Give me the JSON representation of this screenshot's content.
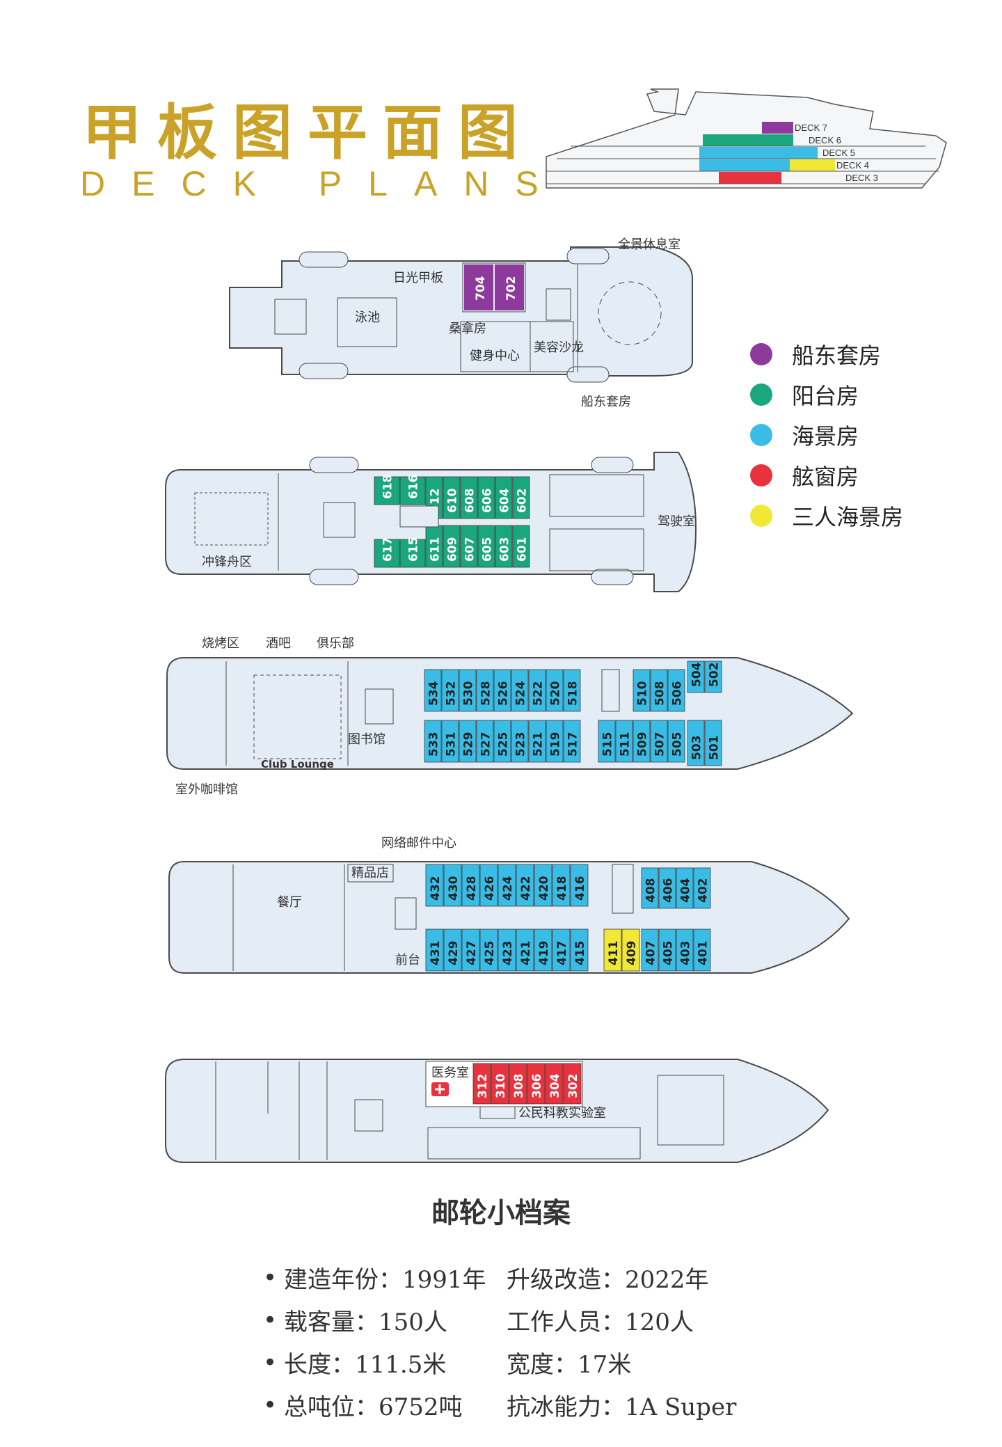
{
  "header": {
    "title_cn": "甲板图平面图",
    "title_en": "DECK PLANS"
  },
  "ship_profile": {
    "decks": [
      "DECK 7",
      "DECK 6",
      "DECK 5",
      "DECK 4",
      "DECK 3"
    ]
  },
  "colors": {
    "owner_suite": "#8e3a9c",
    "balcony": "#1aa77e",
    "ocean_view": "#39bde6",
    "porthole": "#e8323e",
    "triple_ocean_view": "#f1e836",
    "deck_fill": "#e4edf5",
    "deck_stroke": "#4a4a4a"
  },
  "legend": [
    {
      "label": "船东套房",
      "color": "#8e3a9c"
    },
    {
      "label": "阳台房",
      "color": "#1aa77e"
    },
    {
      "label": "海景房",
      "color": "#39bde6"
    },
    {
      "label": "舷窗房",
      "color": "#e8323e"
    },
    {
      "label": "三人海景房",
      "color": "#f1e836"
    }
  ],
  "deck7": {
    "labels": {
      "sun_deck": "日光甲板",
      "pool": "泳池",
      "sauna": "桑拿房",
      "gym": "健身中心",
      "salon": "美容沙龙",
      "panorama": "全景休息室",
      "owner_suite": "船东套房"
    },
    "rooms": [
      "704",
      "702"
    ]
  },
  "deck6": {
    "labels": {
      "zodiac": "冲锋舟区",
      "bridge": "驾驶室"
    },
    "rooms_top": [
      "618",
      "616",
      "612",
      "610",
      "608",
      "606",
      "604",
      "602"
    ],
    "rooms_bottom": [
      "617",
      "615",
      "611",
      "609",
      "607",
      "605",
      "603",
      "601"
    ]
  },
  "deck5": {
    "labels": {
      "bbq": "烧烤区",
      "bar": "酒吧",
      "club": "俱乐部",
      "library": "图书馆",
      "club_lounge": "Club Lounge",
      "cafe": "室外咖啡馆"
    },
    "rooms_top_a": [
      "534",
      "532",
      "530",
      "528",
      "526",
      "524",
      "522",
      "520",
      "518"
    ],
    "rooms_top_b": [
      "510",
      "508",
      "506"
    ],
    "rooms_top_c": [
      "504",
      "502"
    ],
    "rooms_bottom_a": [
      "533",
      "531",
      "529",
      "527",
      "525",
      "523",
      "521",
      "519",
      "517"
    ],
    "rooms_bottom_b": [
      "515",
      "511",
      "509",
      "507",
      "505"
    ],
    "rooms_bottom_c": [
      "503",
      "501"
    ]
  },
  "deck4": {
    "labels": {
      "internet": "网络邮件中心",
      "boutique": "精品店",
      "restaurant": "餐厅",
      "reception": "前台"
    },
    "rooms_top_a": [
      "432",
      "430",
      "428",
      "426",
      "424",
      "422",
      "420",
      "418",
      "416"
    ],
    "rooms_top_b": [
      "408",
      "406",
      "404",
      "402"
    ],
    "rooms_bottom_a": [
      "431",
      "429",
      "427",
      "425",
      "423",
      "421",
      "419",
      "417",
      "415"
    ],
    "rooms_bottom_yellow": [
      "411",
      "409"
    ],
    "rooms_bottom_b": [
      "407",
      "405",
      "403",
      "401"
    ]
  },
  "deck3": {
    "labels": {
      "clinic": "医务室",
      "lab": "公民科教实验室"
    },
    "rooms": [
      "312",
      "310",
      "308",
      "306",
      "304",
      "302"
    ]
  },
  "info": {
    "title": "邮轮小档案",
    "rows": [
      [
        "建造年份：1991年",
        "升级改造：2022年"
      ],
      [
        "载客量：150人",
        "工作人员：120人"
      ],
      [
        "长度：111.5米",
        "宽度：17米"
      ],
      [
        "总吨位：6752吨",
        "抗冰能力：1A Super"
      ]
    ]
  }
}
